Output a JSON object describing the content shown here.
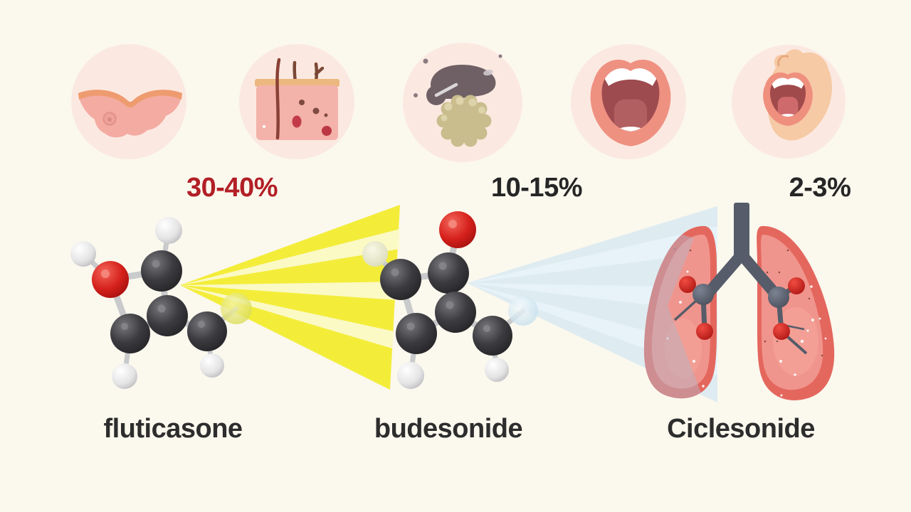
{
  "header_icons": [
    {
      "icon": "skin-lesion-icon",
      "description_name": "skin-fold-with-spot"
    },
    {
      "icon": "skin-bruising-icon",
      "description_name": "skin-cross-section-with-hairs-and-bruises"
    },
    {
      "icon": "oral-thrush-icon",
      "description_name": "dark-blob-and-fungal-colony"
    },
    {
      "icon": "open-mouth-icon",
      "description_name": "open-mouth-with-tongue"
    },
    {
      "icon": "sore-throat-mouth-icon",
      "description_name": "face-with-open-shouting-mouth"
    }
  ],
  "percentages": [
    {
      "text": "30-40%",
      "color": "#b21f26"
    },
    {
      "text": "10-15%",
      "color": "#262626"
    },
    {
      "text": "2-3%",
      "color": "#262626"
    }
  ],
  "drugs": [
    {
      "name": "fluticasone"
    },
    {
      "name": "budesonide"
    },
    {
      "name": "Ciclesonide"
    }
  ],
  "colors": {
    "background": "#fbf8ee",
    "icon_circle": "#fbe9e1",
    "highlight_red": "#b21f26",
    "text_dark": "#262626",
    "yellow_beam": "#f2ec2a",
    "blue_beam": "#cbe5f3",
    "lung_rim": "#e4675e",
    "lung_fill": "#f0958d",
    "airway_gray": "#565c69",
    "oxygen_red": "#d5201b",
    "carbon_dark": "#3c3c40",
    "hydrogen_light": "#e4e4e5"
  }
}
